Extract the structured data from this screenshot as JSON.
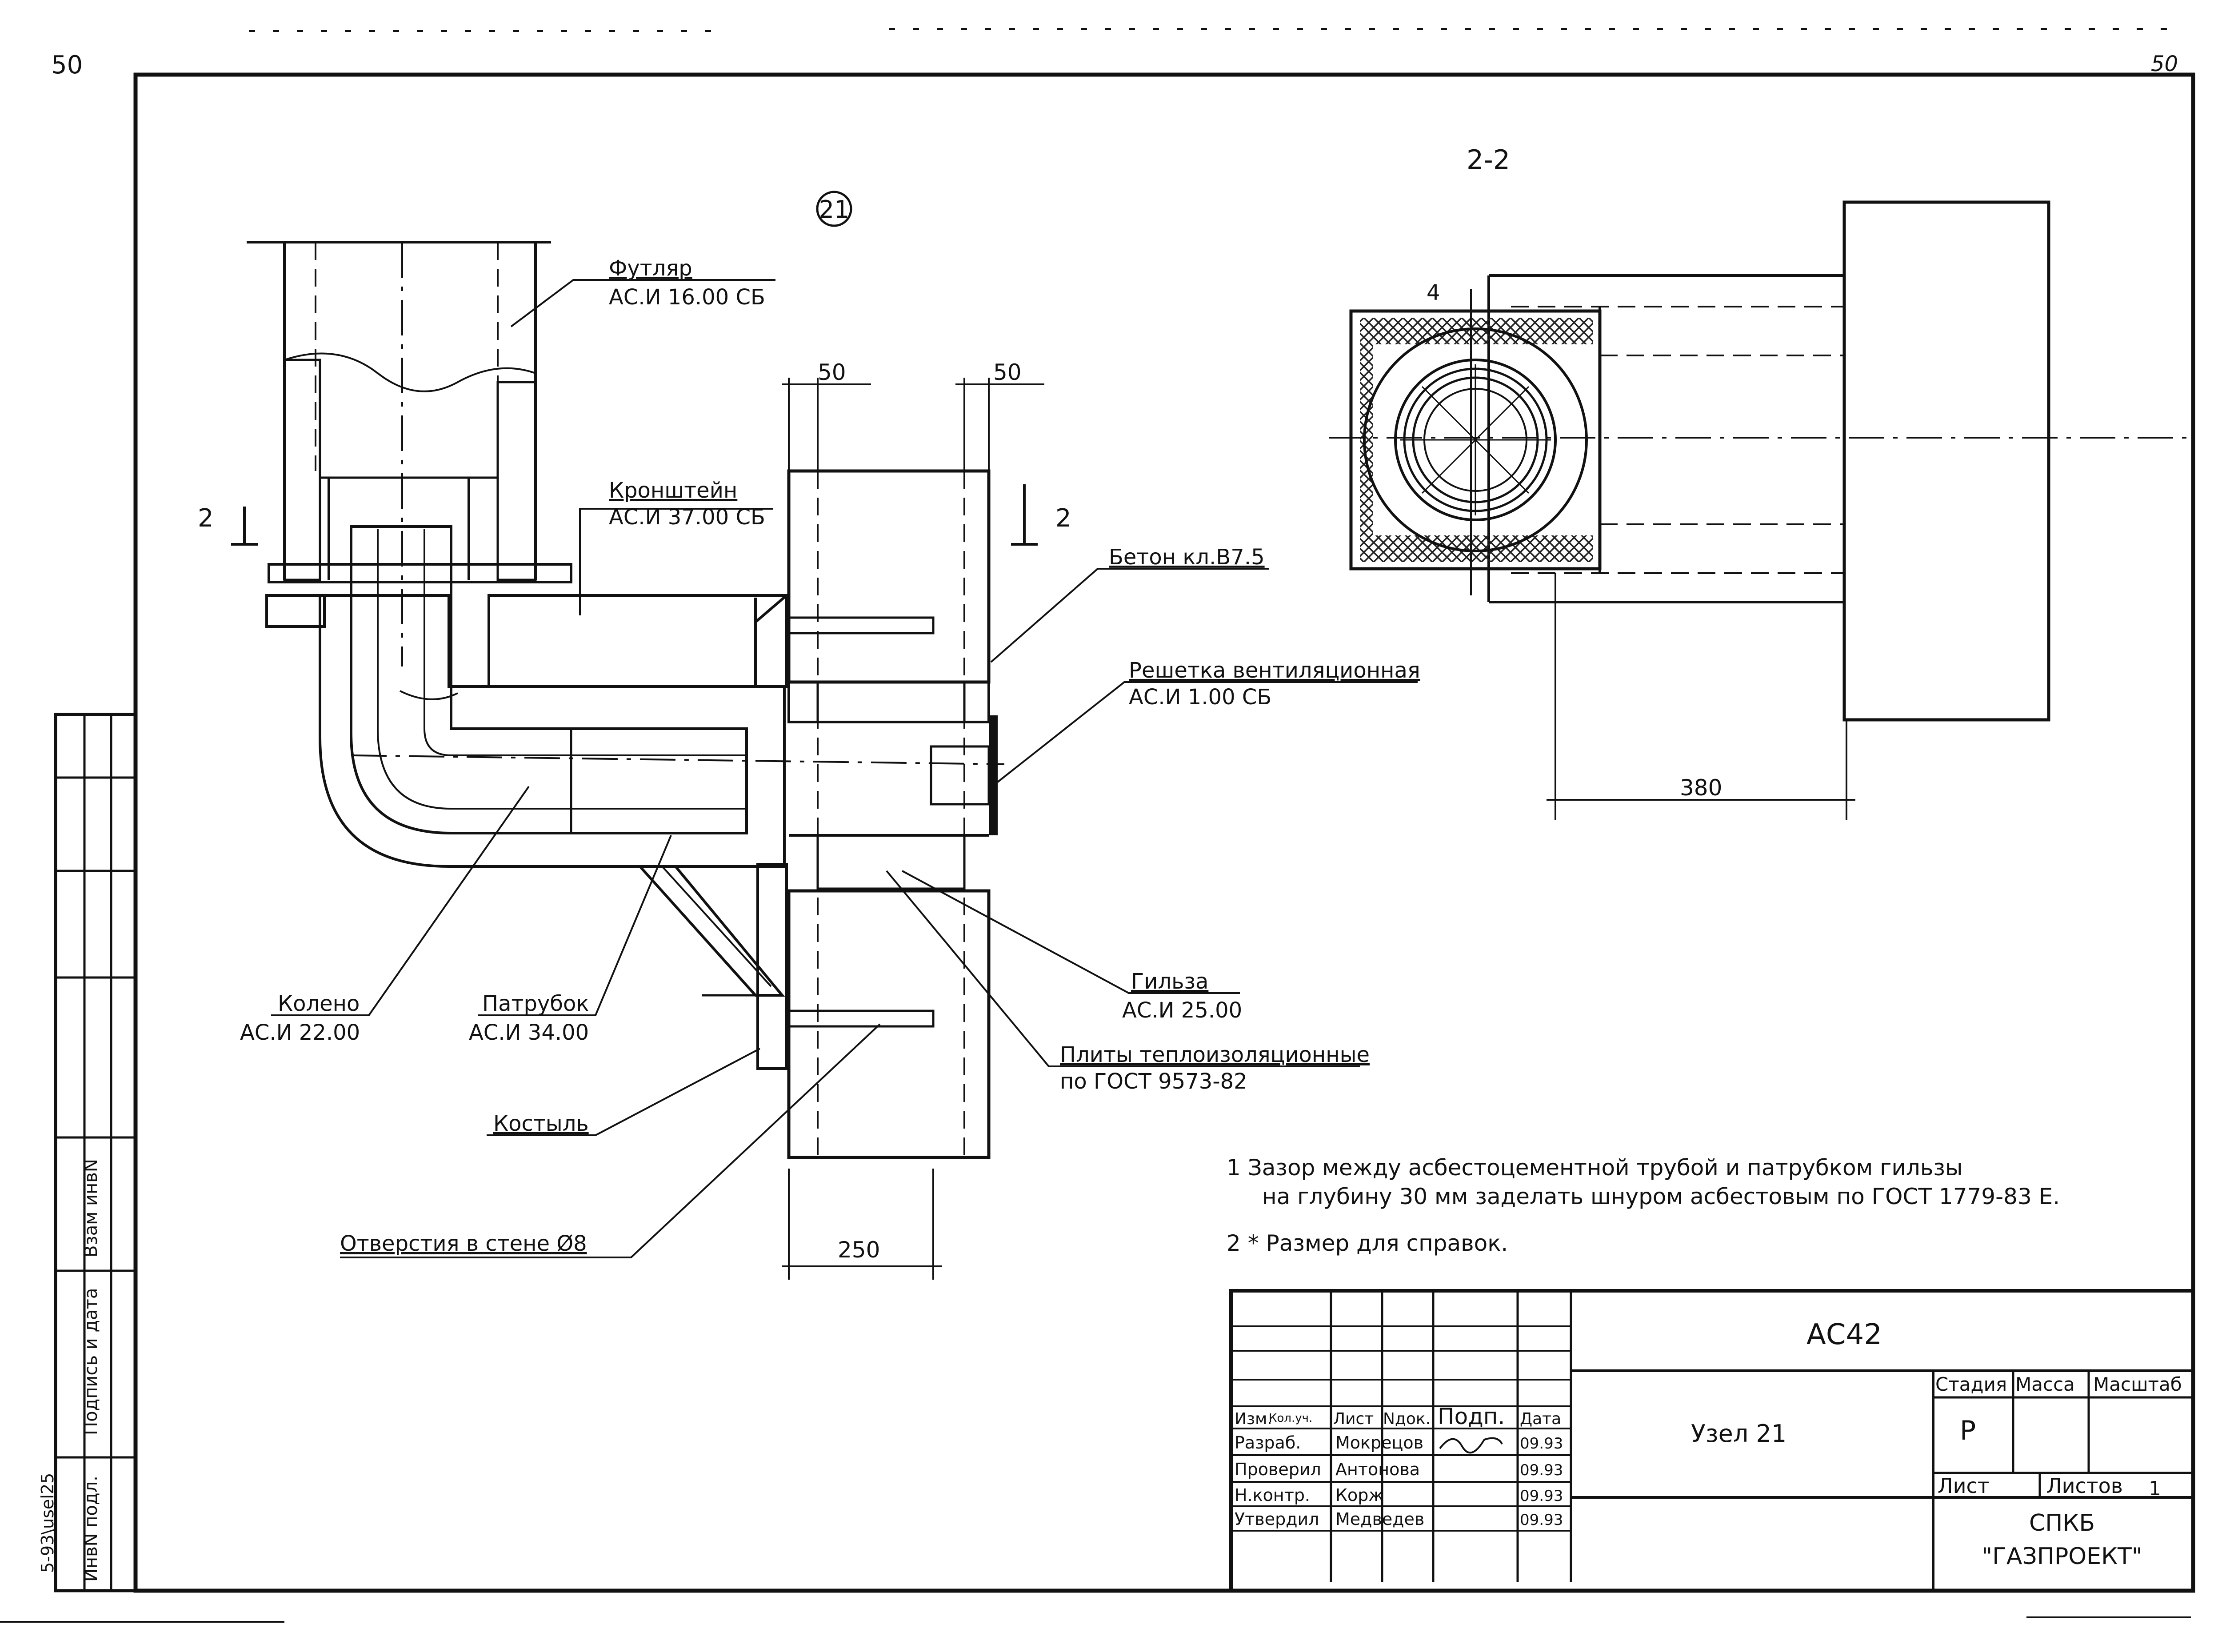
{
  "sheet": {
    "page_number": "50",
    "corner_mark": "50",
    "file_code": "5-93\\usel25"
  },
  "side_stamp": {
    "row1": "Взам инвN",
    "row2": "Подпись и дата",
    "row3": "ИнвN подл."
  },
  "node": {
    "number": "21",
    "section_label": "2-2",
    "cut_mark": "2"
  },
  "callouts": {
    "futlyar": {
      "name": "Футляр",
      "code": "АС.И 16.00 СБ"
    },
    "kronshtein": {
      "name": "Кронштейн",
      "code": "АС.И 37.00 СБ"
    },
    "beton": {
      "name": "Бетон кл.В7.5"
    },
    "reshetka": {
      "name": "Решетка вентиляционная",
      "code": "АС.И 1.00 СБ"
    },
    "gilza": {
      "name": "Гильза",
      "code": "АС.И 25.00"
    },
    "plity": {
      "name": "Плиты теплоизоляционные",
      "code": "по ГОСТ 9573-82"
    },
    "koleno": {
      "name": "Колено",
      "code": "АС.И 22.00"
    },
    "patrubok": {
      "name": "Патрубок",
      "code": "АС.И 34.00"
    },
    "kostyl": {
      "name": "Костыль"
    },
    "otverstiya": {
      "name": "Отверстия в стене Ø8"
    }
  },
  "dimensions": {
    "d50a": "50",
    "d50b": "50",
    "d250": "250",
    "d380": "380",
    "d4": "4"
  },
  "notes": {
    "n1_line1": "1 Зазор между асбестоцементной трубой и патрубком гильзы",
    "n1_line2": "на глубину 30 мм заделать шнуром асбестовым по ГОСТ 1779-83 Е.",
    "n2": "2 * Размер для справок."
  },
  "title_block": {
    "code": "АС42",
    "title": "Узел 21",
    "h_izm": "Изм.",
    "h_kol": "Кол.уч.",
    "h_list": "Лист",
    "h_ndok": "Nдок.",
    "h_podp": "Подп.",
    "h_data": "Дата",
    "r1_role": "Разраб.",
    "r1_name": "Мокрецов",
    "r1_date": "09.93",
    "r2_role": "Проверил",
    "r2_name": "Антонова",
    "r2_date": "09.93",
    "r3_role": "Н.контр.",
    "r3_name": "Корж",
    "r3_date": "09.93",
    "r4_role": "Утвердил",
    "r4_name": "Медведев",
    "r4_date": "09.93",
    "stadiya_label": "Стадия",
    "massa_label": "Масса",
    "masshtab_label": "Масштаб",
    "stadiya_value": "Р",
    "list_label": "Лист",
    "listov_label": "Листов",
    "listov_value": "1",
    "org_line1": "СПКБ",
    "org_line2": "\"ГАЗПРОЕКТ\""
  }
}
